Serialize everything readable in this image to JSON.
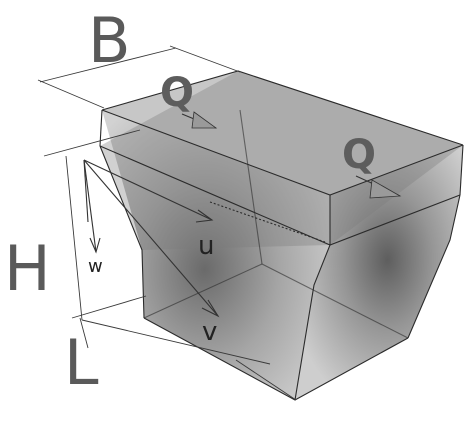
{
  "labels": {
    "width": "B",
    "height": "H",
    "length": "L",
    "flow_in": "Q",
    "flow_out": "Q",
    "velocity_u": "u",
    "velocity_v": "v",
    "velocity_w": "w"
  },
  "colors": {
    "block_face": "#bdbdbd",
    "block_shadow": "#4a4a4a",
    "edge": "#2b2b2b",
    "label": "#5a5a5a"
  }
}
